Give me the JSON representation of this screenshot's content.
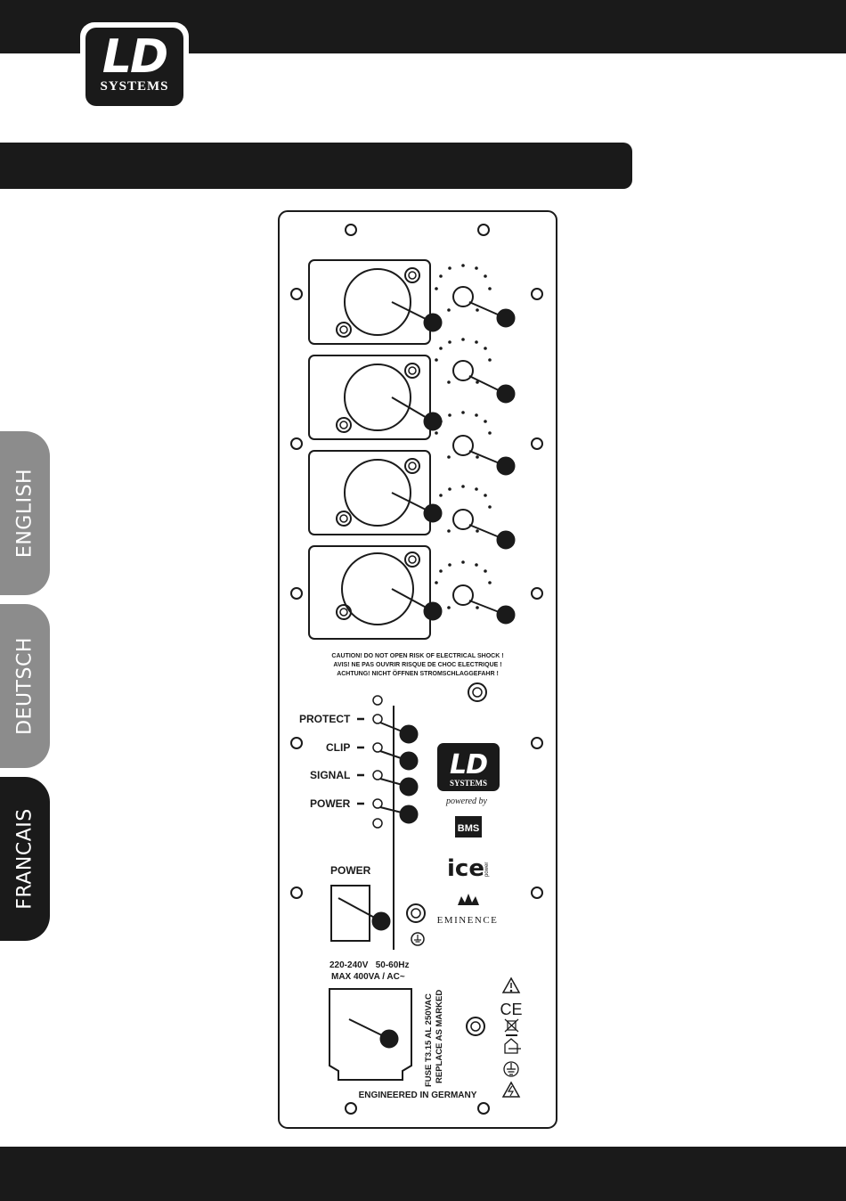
{
  "header": {
    "logo_letters": "LD",
    "logo_word": "SYSTEMS"
  },
  "language_tabs": [
    {
      "label": "ENGLISH"
    },
    {
      "label": "DEUTSCH"
    },
    {
      "label": "FRANCAIS"
    }
  ],
  "panel": {
    "caution_lines": [
      "CAUTION! DO NOT OPEN RISK OF ELECTRICAL SHOCK !",
      "AVIS! NE PAS OUVRIR RISQUE DE CHOC ELECTRIQUE !",
      "ACHTUNG! NICHT ÖFFNEN STROMSCHLAGGEFAHR !"
    ],
    "led_labels": [
      "PROTECT",
      "CLIP",
      "SIGNAL",
      "POWER"
    ],
    "power_switch_label": "POWER",
    "voltage_line1": "220-240V   50-60Hz",
    "voltage_line2": "MAX 400VA / AC~",
    "fuse_line1": "FUSE T3.15 AL 250VAC",
    "fuse_line2": "REPLACE AS MARKED",
    "engineered": "ENGINEERED IN GERMANY",
    "brand_logo_letters": "LD",
    "brand_logo_word": "SYSTEMS",
    "powered_by": "powered by",
    "bms": "BMS",
    "ice": "ice",
    "ice_sub": "power",
    "eminence": "EMINENCE",
    "ce": "CE"
  },
  "colors": {
    "dark": "#1a1a1a",
    "tab_gray": "#8c8c8c",
    "panel_line": "#1a1a1a"
  },
  "icons": [
    "warning-triangle-icon",
    "ce-mark-icon",
    "weee-bin-icon",
    "indoor-use-icon",
    "ground-symbol-icon",
    "shock-hazard-icon"
  ]
}
